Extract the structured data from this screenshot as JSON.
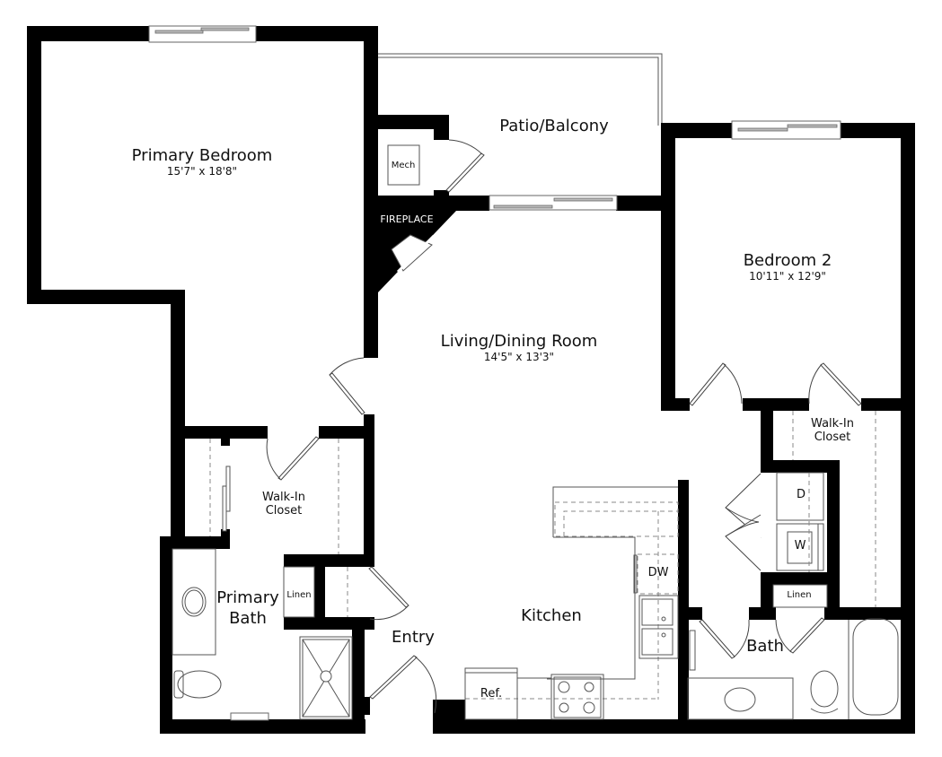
{
  "plan": {
    "type": "two-bedroom apartment floor plan",
    "wall_color": "#000000",
    "background": "#ffffff"
  },
  "rooms": {
    "primary_bedroom": {
      "name": "Primary Bedroom",
      "dimensions": "15'7\" x 18'8\""
    },
    "patio": {
      "name": "Patio/Balcony"
    },
    "mech": {
      "name": "Mech"
    },
    "fireplace": {
      "name": "FIREPLACE"
    },
    "bedroom2": {
      "name": "Bedroom 2",
      "dimensions": "10'11\" x 12'9\""
    },
    "living": {
      "name": "Living/Dining Room",
      "dimensions": "14'5\" x 13'3\""
    },
    "primary_closet": {
      "name_line1": "Walk-In",
      "name_line2": "Closet"
    },
    "bedroom2_closet": {
      "name_line1": "Walk-In",
      "name_line2": "Closet"
    },
    "primary_bath": {
      "name_line1": "Primary",
      "name_line2": "Bath"
    },
    "linen_primary": {
      "name": "Linen"
    },
    "linen_hall": {
      "name": "Linen"
    },
    "entry": {
      "name": "Entry"
    },
    "kitchen": {
      "name": "Kitchen"
    },
    "bath": {
      "name": "Bath"
    }
  },
  "appliances": {
    "dishwasher": "DW",
    "refrigerator": "Ref.",
    "dryer": "D",
    "washer": "W"
  }
}
